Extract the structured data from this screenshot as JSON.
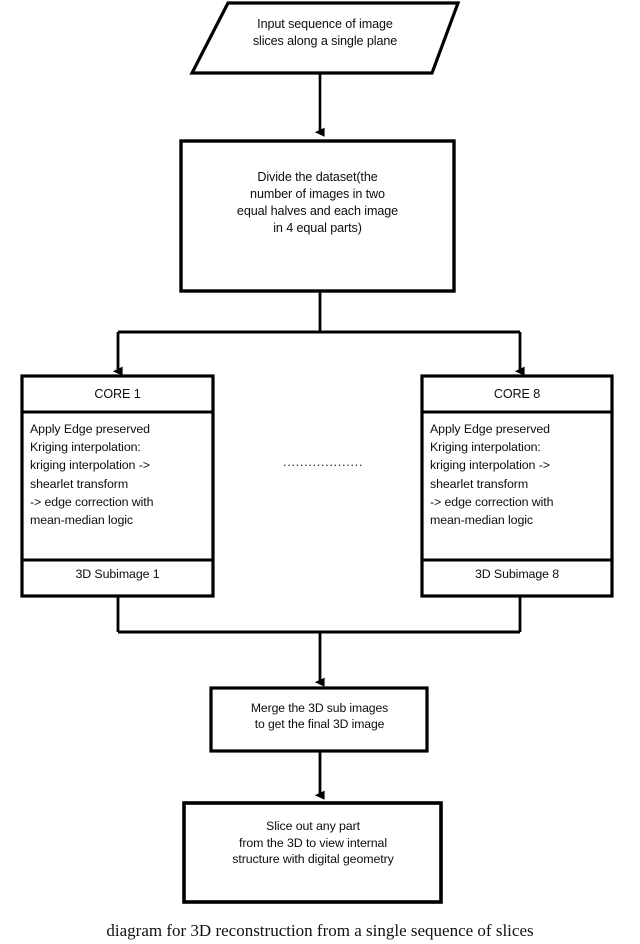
{
  "diagram": {
    "title": "3D reconstruction flowchart",
    "stroke_color": "#000000",
    "fill_color": "#ffffff",
    "nodes": {
      "input": {
        "shape": "parallelogram",
        "text": "Input sequence of image\nslices along a single plane"
      },
      "divide": {
        "shape": "rectangle",
        "text": "Divide the dataset(the\nnumber of images in two\nequal halves and each image\nin 4 equal parts)"
      },
      "core1": {
        "shape": "rectangle-3band",
        "header": "CORE 1",
        "body": "Apply Edge preserved\nKriging interpolation:\nkriging interpolation ->\nshearlet transform\n-> edge correction with\nmean-median logic",
        "footer": "3D Subimage 1"
      },
      "core8": {
        "shape": "rectangle-3band",
        "header": "CORE 8",
        "body": "Apply Edge preserved\nKriging interpolation:\nkriging interpolation ->\nshearlet transform\n-> edge correction with\nmean-median logic",
        "footer": "3D Subimage 8"
      },
      "ellipsis": {
        "text": "..................."
      },
      "merge": {
        "shape": "rectangle",
        "text": "Merge the 3D sub images\nto get the final 3D image"
      },
      "slice": {
        "shape": "rectangle",
        "text": "Slice out any part\nfrom the 3D to view internal\nstructure with digital geometry"
      }
    },
    "caption": "diagram for 3D reconstruction from a single sequence of slices"
  }
}
